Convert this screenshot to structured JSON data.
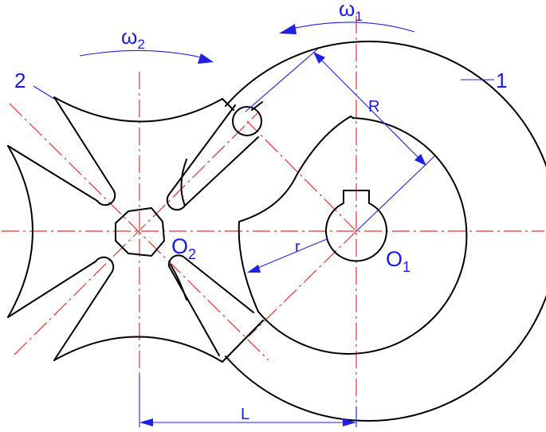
{
  "labels": {
    "omega1_base": "ω",
    "omega1_sub": "1",
    "omega2_base": "ω",
    "omega2_sub": "2",
    "part1": "1",
    "part2": "2",
    "O1_base": "O",
    "O1_sub": "1",
    "O2_base": "O",
    "O2_sub": "2",
    "R": "R",
    "r": "r",
    "L": "L"
  },
  "colors": {
    "outline": "#000000",
    "center_line": "#e8312a",
    "annotation": "#1a1ae6"
  }
}
